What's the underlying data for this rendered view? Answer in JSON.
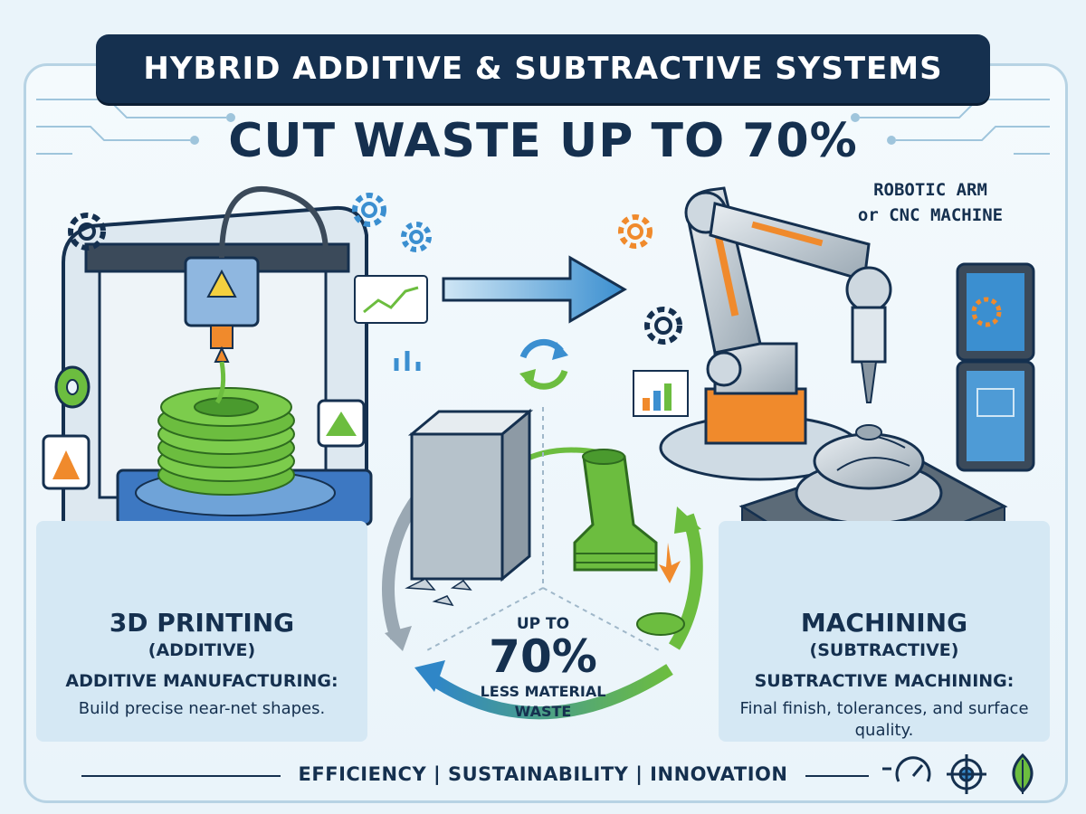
{
  "header": {
    "title": "HYBRID ADDITIVE & SUBTRACTIVE SYSTEMS",
    "subtitle": "CUT WASTE UP TO 70%"
  },
  "left_panel": {
    "heading": "3D PRINTING",
    "subheading": "(ADDITIVE)",
    "key": "ADDITIVE MANUFACTURING:",
    "description": "Build precise near-net shapes."
  },
  "right_panel": {
    "heading": "MACHINING",
    "subheading": "(SUBTRACTIVE)",
    "key": "SUBTRACTIVE MACHINING:",
    "description": "Final finish, tolerances, and surface quality."
  },
  "machine_callout": {
    "line1": "ROBOTIC ARM",
    "line2": "or CNC MACHINE"
  },
  "center": {
    "prefix": "UP TO",
    "value": "70%",
    "line1": "LESS MATERIAL",
    "line2": "WASTE"
  },
  "footer": {
    "text": "EFFICIENCY | SUSTAINABILITY | INNOVATION"
  },
  "footer_icons": [
    "speedometer-icon",
    "target-icon",
    "leaf-icon"
  ],
  "colors": {
    "navy": "#15304f",
    "filament_green": "#5fb53b",
    "accent_orange": "#f08a2c",
    "accent_blue": "#3b8fd0",
    "background": "#eaf4fa",
    "panel": "#d5e8f4"
  }
}
